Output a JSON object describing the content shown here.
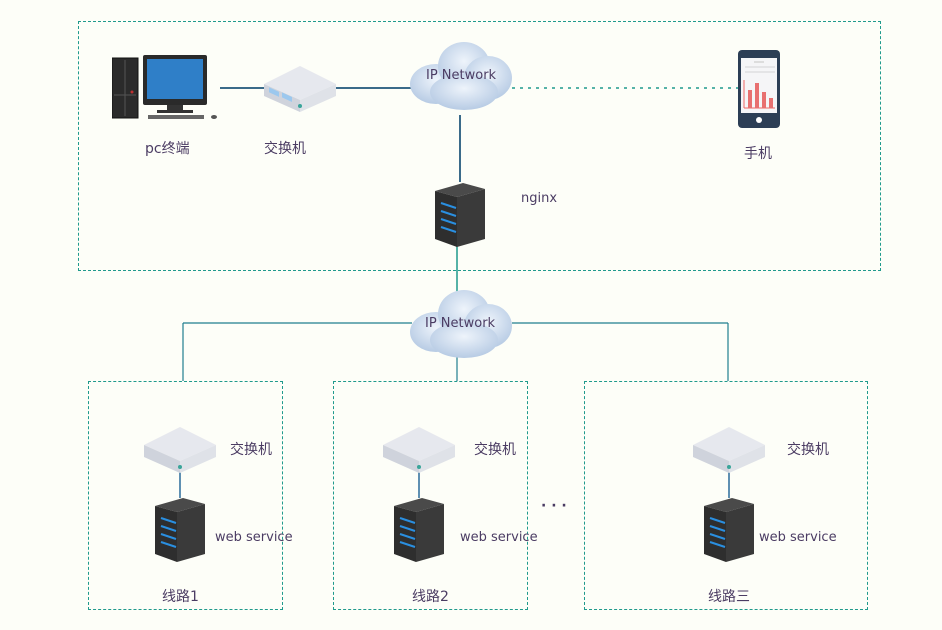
{
  "diagram": {
    "top_zone": {
      "pc": {
        "label": "pc终端"
      },
      "switch": {
        "label": "交换机"
      },
      "cloud": {
        "label": "IP Network"
      },
      "phone": {
        "label": "手机"
      },
      "nginx": {
        "label": "nginx"
      }
    },
    "middle_cloud": {
      "label": "IP Network"
    },
    "lines": [
      {
        "switch_label": "交换机",
        "server_label": "web service",
        "name": "线路1"
      },
      {
        "switch_label": "交换机",
        "server_label": "web service",
        "name": "线路2"
      },
      {
        "switch_label": "交换机",
        "server_label": "web service",
        "name": "线路三"
      }
    ],
    "ellipsis": "· · ·",
    "colors": {
      "border": "#1f9a8c",
      "line": "#3b6b8a",
      "text": "#4b3c63",
      "background": "#fdfef8"
    }
  }
}
